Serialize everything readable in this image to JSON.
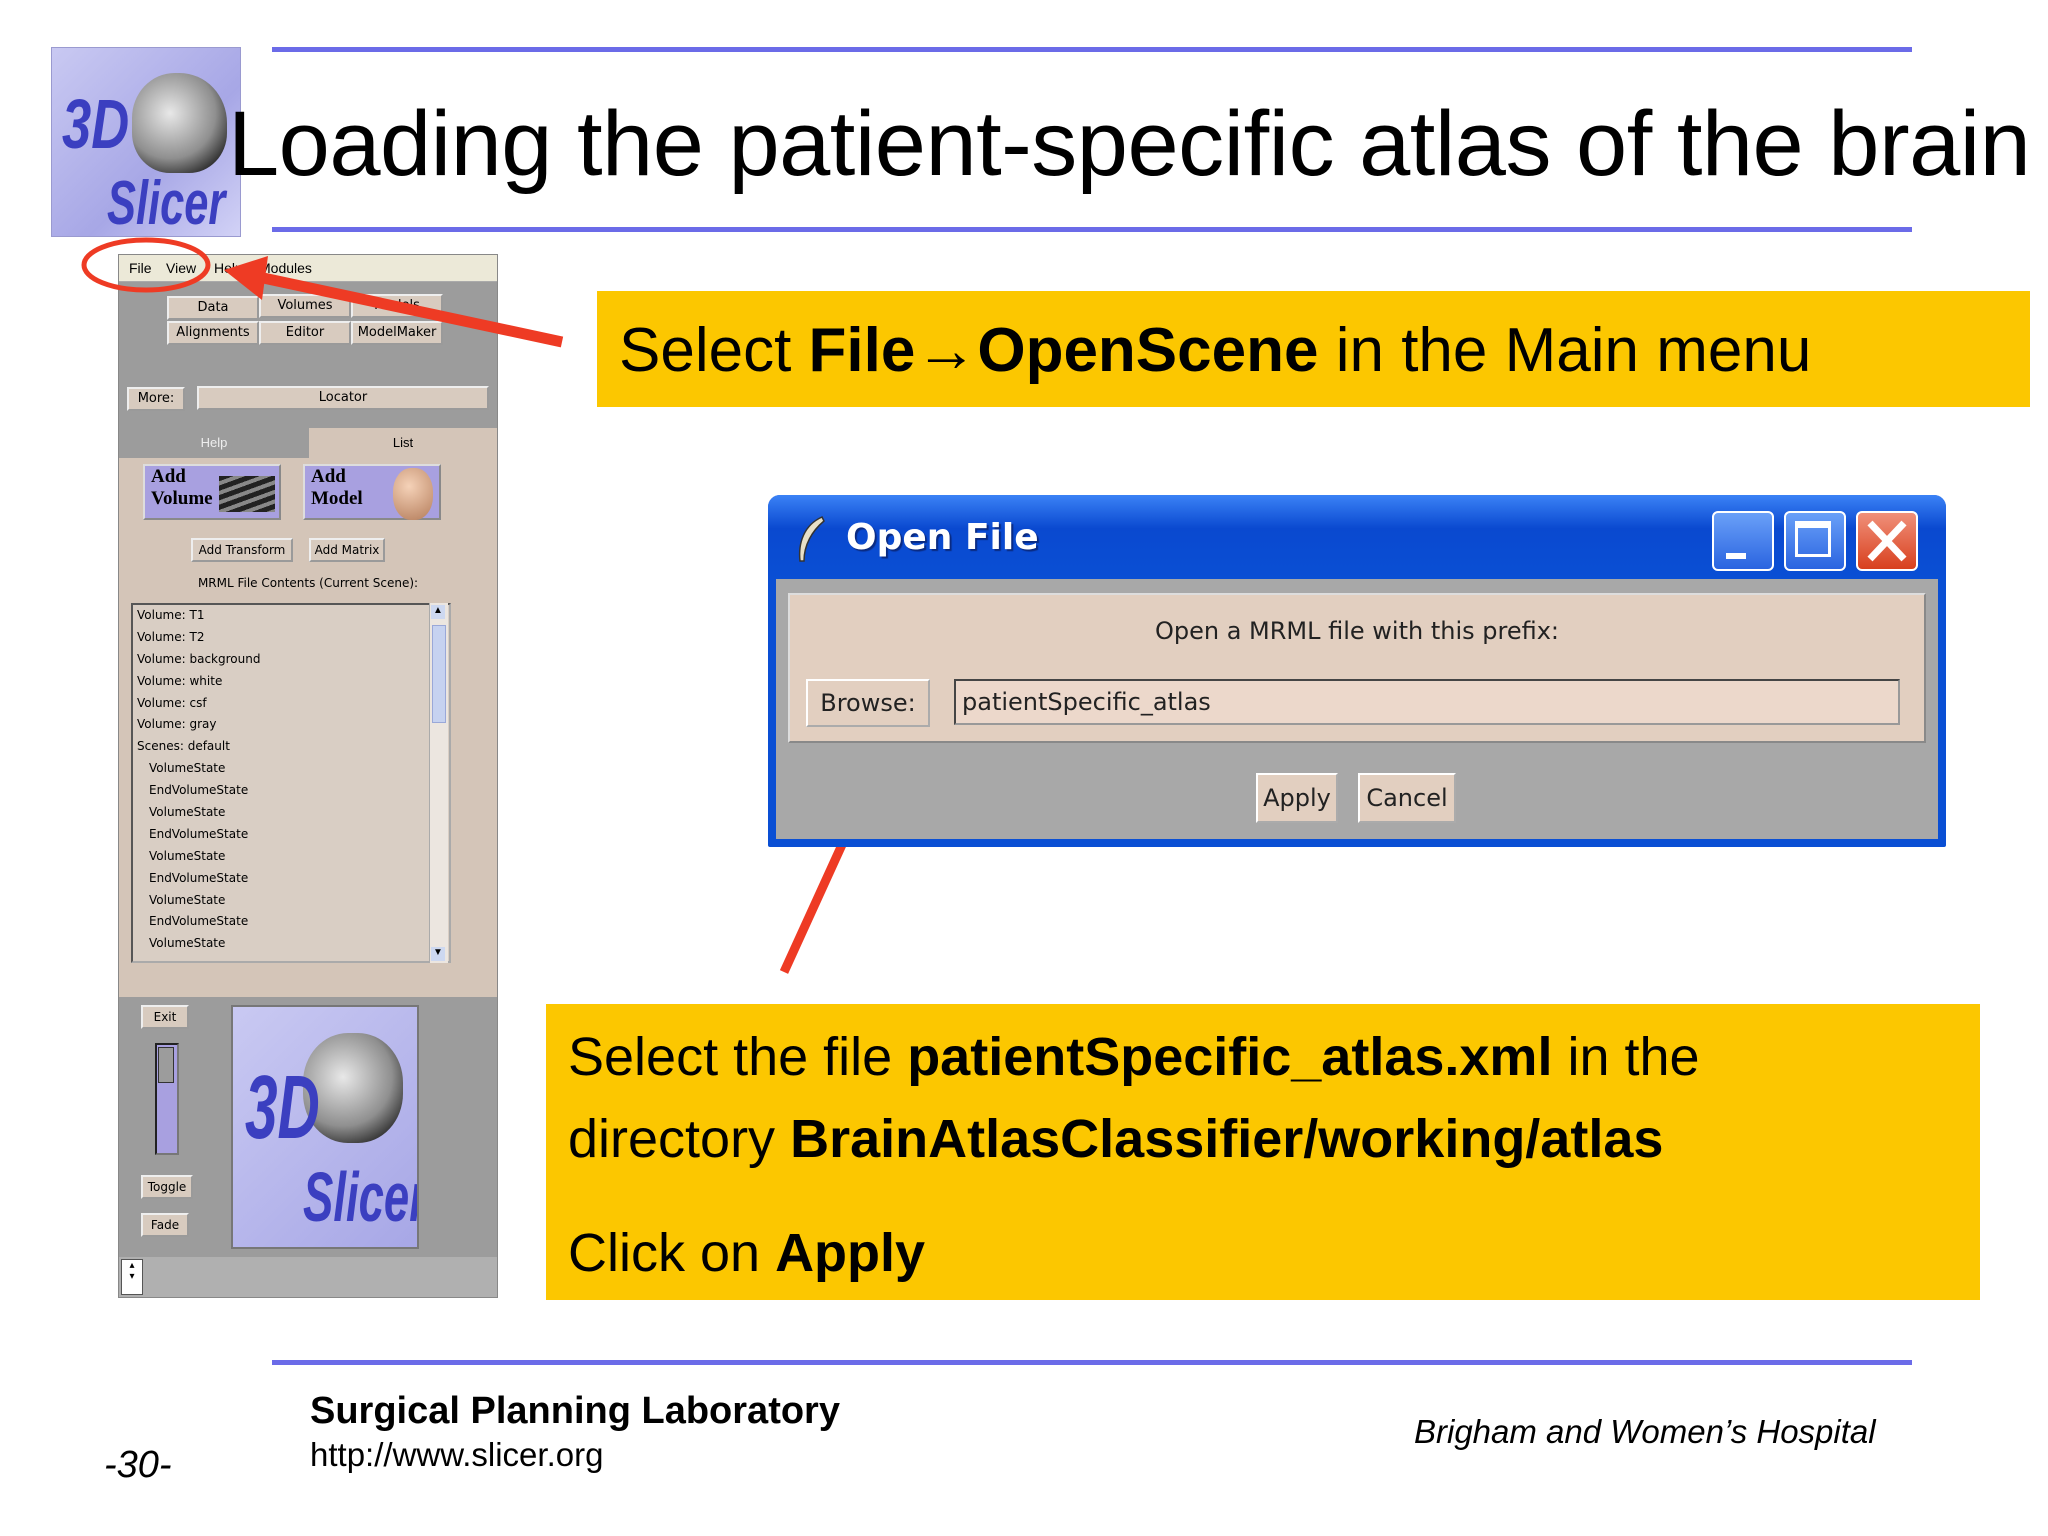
{
  "slide": {
    "title": "Loading the patient-specific atlas of the brain",
    "logo_top": {
      "text_3d": "3D",
      "text_slicer": "Slicer"
    },
    "page_number": "-30-",
    "footer": {
      "lab": "Surgical Planning Laboratory",
      "url": "http://www.slicer.org",
      "hospital": "Brigham and Women’s Hospital"
    },
    "accent_color": "#6b6be8",
    "callout_color": "#fcc700"
  },
  "callout1": {
    "pre": "Select ",
    "bold": "File→OpenScene",
    "post": " in the Main menu"
  },
  "callout2": {
    "line1_pre": "Select the file ",
    "line1_bold": "patientSpecific_atlas.xml",
    "line1_post": " in the",
    "line2_pre": "directory ",
    "line2_bold": "BrainAtlasClassifier/working/atlas",
    "line3_pre": "Click on ",
    "line3_bold": "Apply"
  },
  "slicer_panel": {
    "menu": [
      "File",
      "View",
      "Help",
      "Modules"
    ],
    "tabs_row1": [
      "Data",
      "Volumes",
      "Models"
    ],
    "tabs_row2": [
      "Alignments",
      "Editor",
      "ModelMaker"
    ],
    "more_label": "More:",
    "locator_label": "Locator",
    "subtabs": [
      "Help",
      "List"
    ],
    "add_volume": [
      "Add",
      "Volume"
    ],
    "add_model": [
      "Add",
      "Model"
    ],
    "add_transform": "Add Transform",
    "add_matrix": "Add Matrix",
    "mrml_label": "MRML File Contents (Current Scene):",
    "mrml_items": [
      "Volume: T1",
      "Volume: T2",
      "Volume: background",
      "Volume: white",
      "Volume: csf",
      "Volume: gray",
      "Scenes: default",
      "  VolumeState",
      "  EndVolumeState",
      "  VolumeState",
      "  EndVolumeState",
      "  VolumeState",
      "  EndVolumeState",
      "  VolumeState",
      "  EndVolumeState",
      "  VolumeState"
    ],
    "exit_label": "Exit",
    "toggle_label": "Toggle",
    "fade_label": "Fade",
    "logo_3d": "3D",
    "logo_slicer": "Slicer"
  },
  "dialog": {
    "title": "Open File",
    "prompt": "Open a MRML file with this prefix:",
    "browse_label": "Browse:",
    "entry_value": "patientSpecific_atlas",
    "apply_label": "Apply",
    "cancel_label": "Cancel"
  }
}
